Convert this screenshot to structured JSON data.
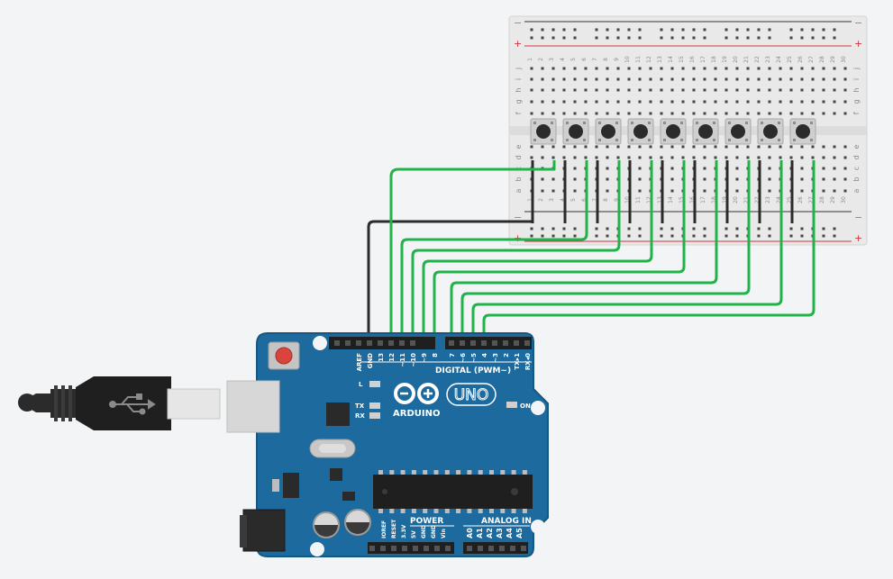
{
  "colors": {
    "background": "#f3f4f5",
    "board": "#1d6a9e",
    "board_edge": "#17577f",
    "header": "#1f1f1f",
    "wire_signal": "#1fb34a",
    "wire_ground": "#2b2b2b",
    "breadboard": "#e9e9e9",
    "rail_red": "#d6333a",
    "rail_black": "#333333",
    "reset_button": "#d9453e"
  },
  "breadboard": {
    "rail_minus": "−",
    "rail_plus": "+",
    "row_letters_top": [
      "j",
      "i",
      "h",
      "g",
      "f"
    ],
    "row_letters_bottom": [
      "e",
      "d",
      "c",
      "b",
      "a"
    ],
    "columns": [
      "1",
      "2",
      "3",
      "4",
      "5",
      "6",
      "7",
      "8",
      "9",
      "10",
      "11",
      "12",
      "13",
      "14",
      "15",
      "16",
      "17",
      "18",
      "19",
      "20",
      "21",
      "22",
      "23",
      "24",
      "25",
      "26",
      "27",
      "28",
      "29",
      "30"
    ],
    "button_count": 9
  },
  "arduino": {
    "model": "UNO",
    "brand": "ARDUINO",
    "digital_header_label": "DIGITAL (PWM~)",
    "digital_pins_left": [
      "AREF",
      "GND",
      "13",
      "12",
      "~11",
      "~10",
      "~9",
      "8"
    ],
    "digital_pins_right": [
      "7",
      "~6",
      "~5",
      "4",
      "~3",
      "2",
      "TX▸1",
      "RX◂0"
    ],
    "led_l": "L",
    "led_tx": "TX",
    "led_rx": "RX",
    "on_label": "ON",
    "power_label": "POWER",
    "power_pins": [
      "IOREF",
      "RESET",
      "3.3V",
      "5V",
      "GND",
      "GND",
      "Vin"
    ],
    "analog_label": "ANALOG IN",
    "analog_pins": [
      "A0",
      "A1",
      "A2",
      "A3",
      "A4",
      "A5"
    ]
  },
  "wires": {
    "ground_pin": "GND",
    "signal_pins": [
      "12",
      "~11",
      "~10",
      "~9",
      "8",
      "7",
      "~6",
      "~5",
      "4"
    ]
  },
  "usb": {
    "icon": "usb-icon"
  }
}
